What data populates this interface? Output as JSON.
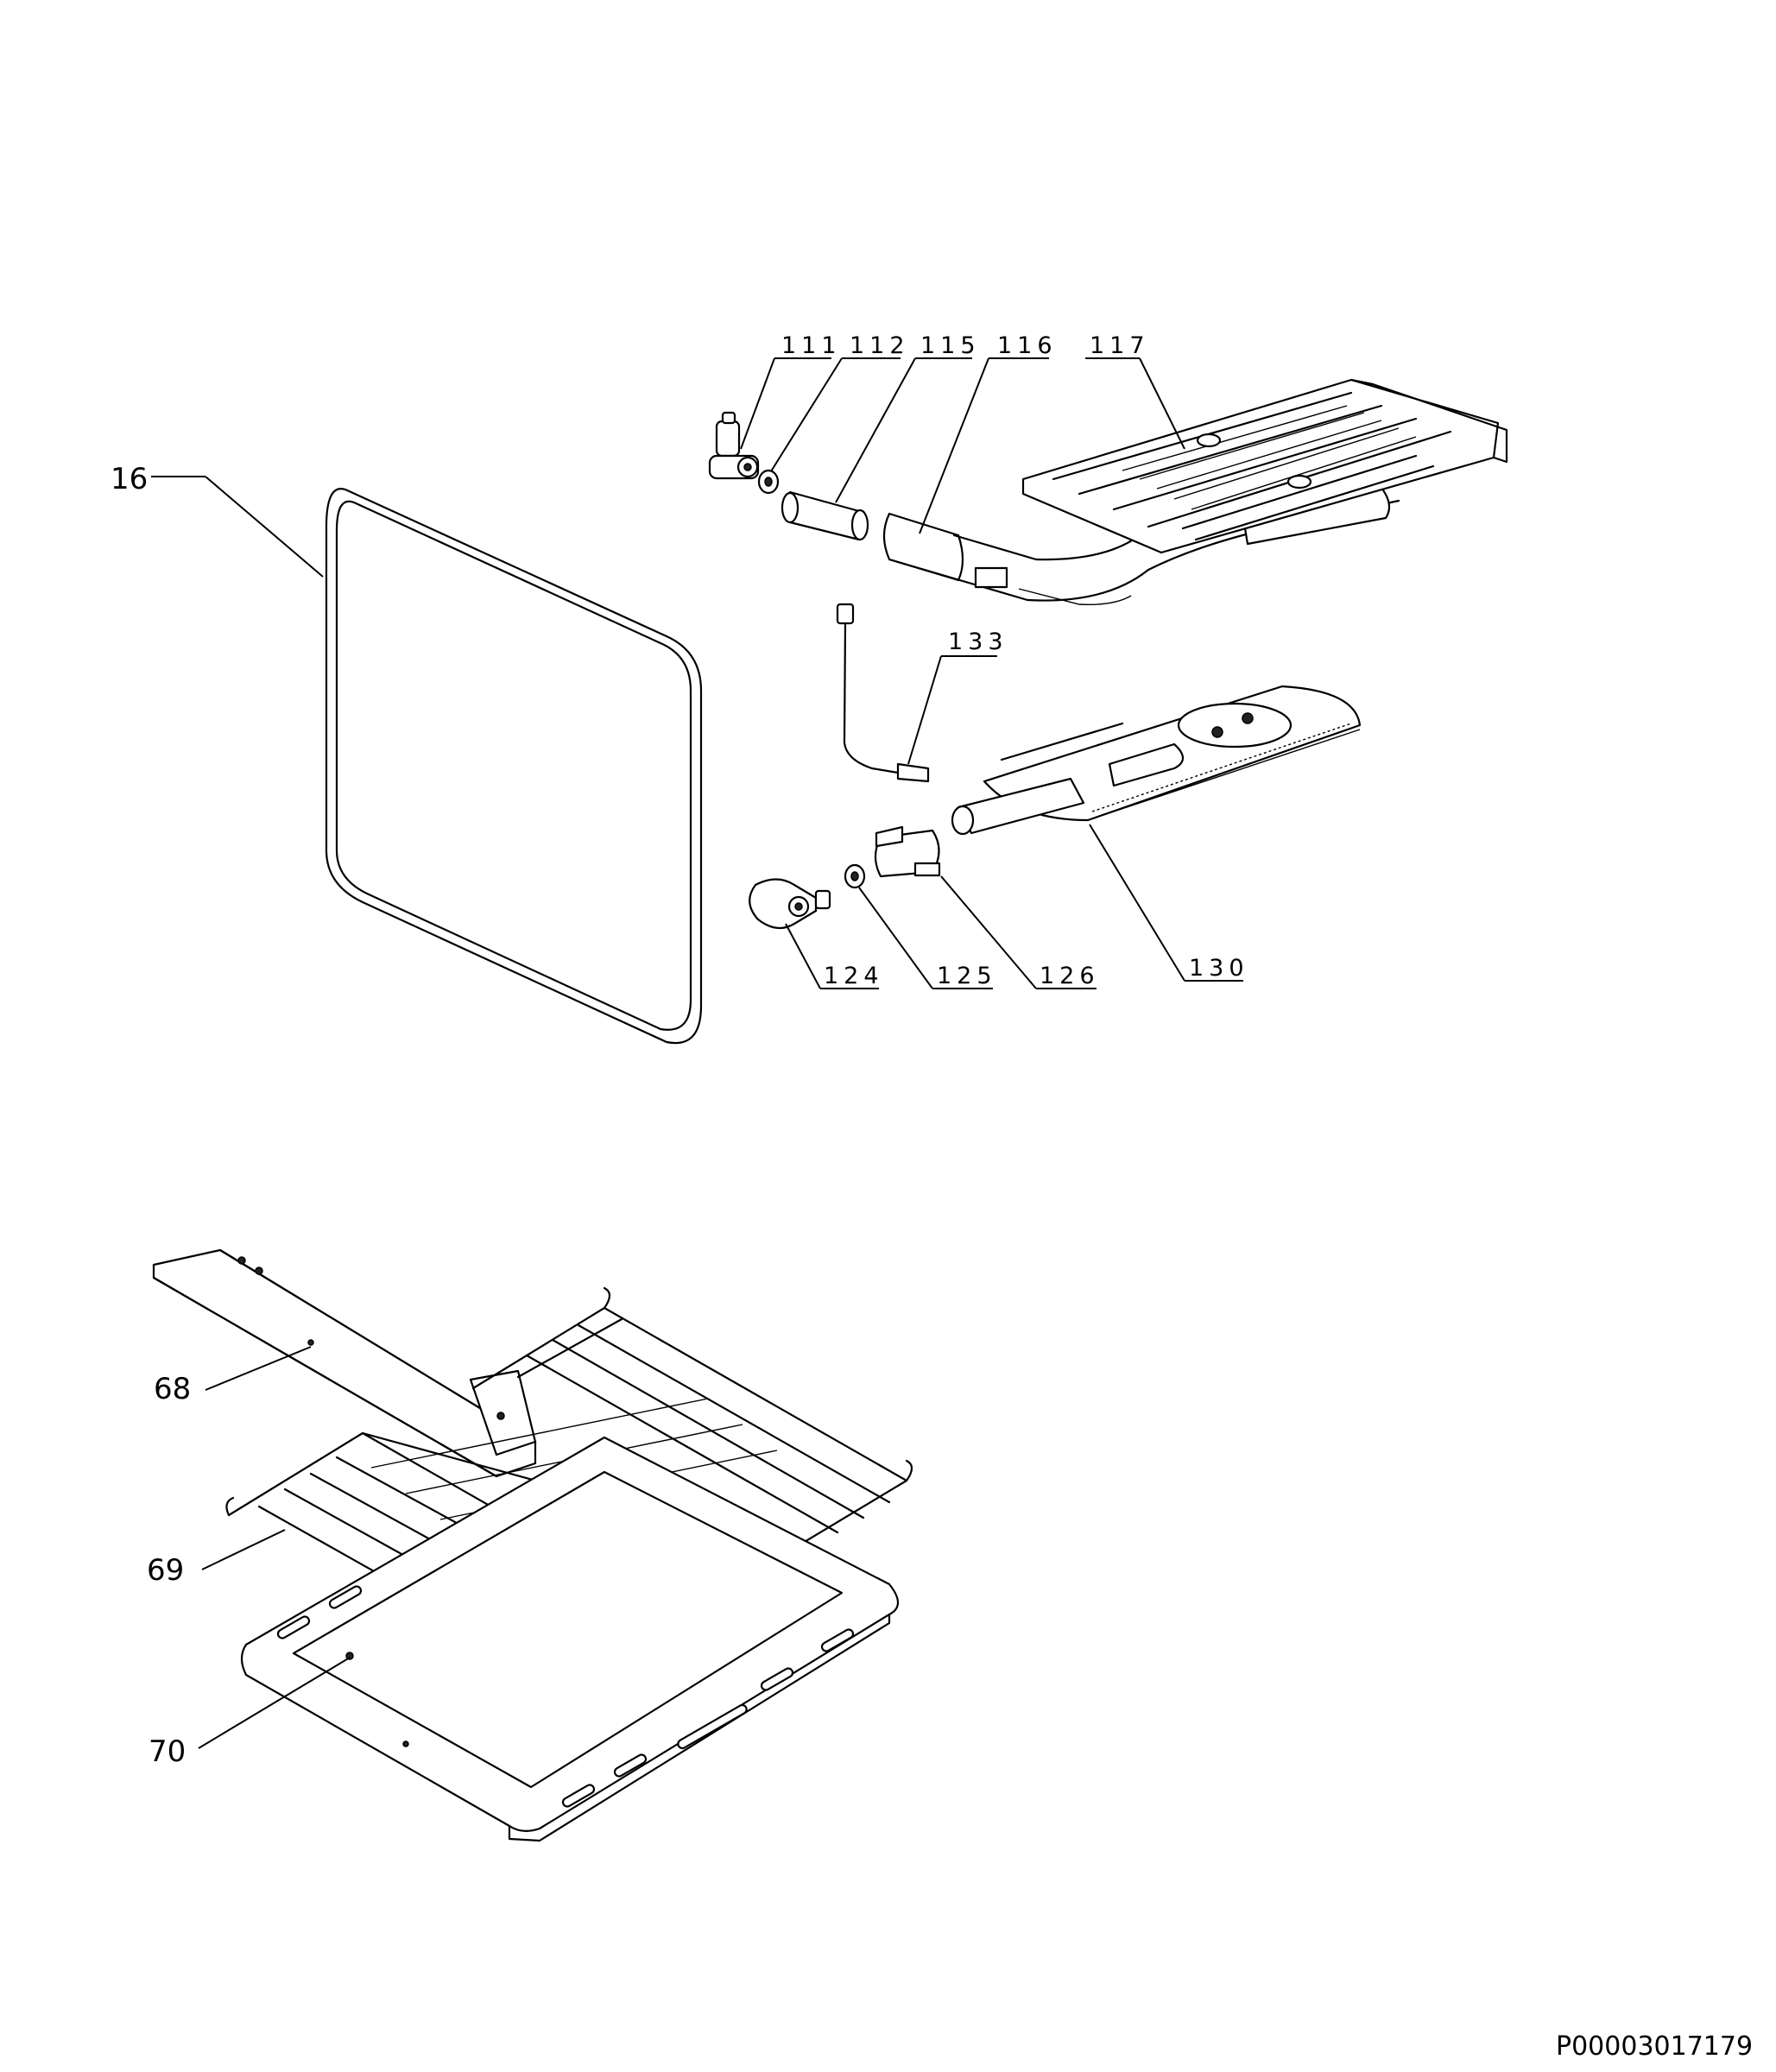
{
  "diagram": {
    "labels": {
      "p16": "16",
      "p111": "111",
      "p112": "112",
      "p115": "115",
      "p116": "116",
      "p117": "117",
      "p133": "133",
      "p124": "124",
      "p125": "125",
      "p126": "126",
      "p130": "130",
      "p68": "68",
      "p69": "69",
      "p70": "70"
    },
    "document_code": "P00003017179"
  }
}
